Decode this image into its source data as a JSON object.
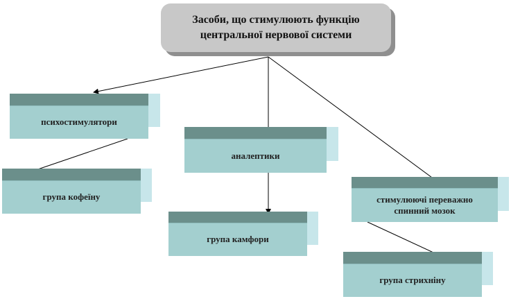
{
  "root": {
    "line1": "Засоби, що стимулюють функцію",
    "line2": "центральної нервової системи"
  },
  "nodes": {
    "psycho": "психостимулятори",
    "analeptics": "аналептики",
    "spinal_line1": "стимулюючі переважно",
    "spinal_line2": "спинний мозок",
    "caffeine": "група кофеїну",
    "camphor": "група камфори",
    "strychnine": "група стрихніну"
  },
  "colors": {
    "box_front": "#a3cfcf",
    "box_top": "#6b8f8b",
    "box_side": "#c7e6ea",
    "root_fill": "#c8c8c8"
  }
}
